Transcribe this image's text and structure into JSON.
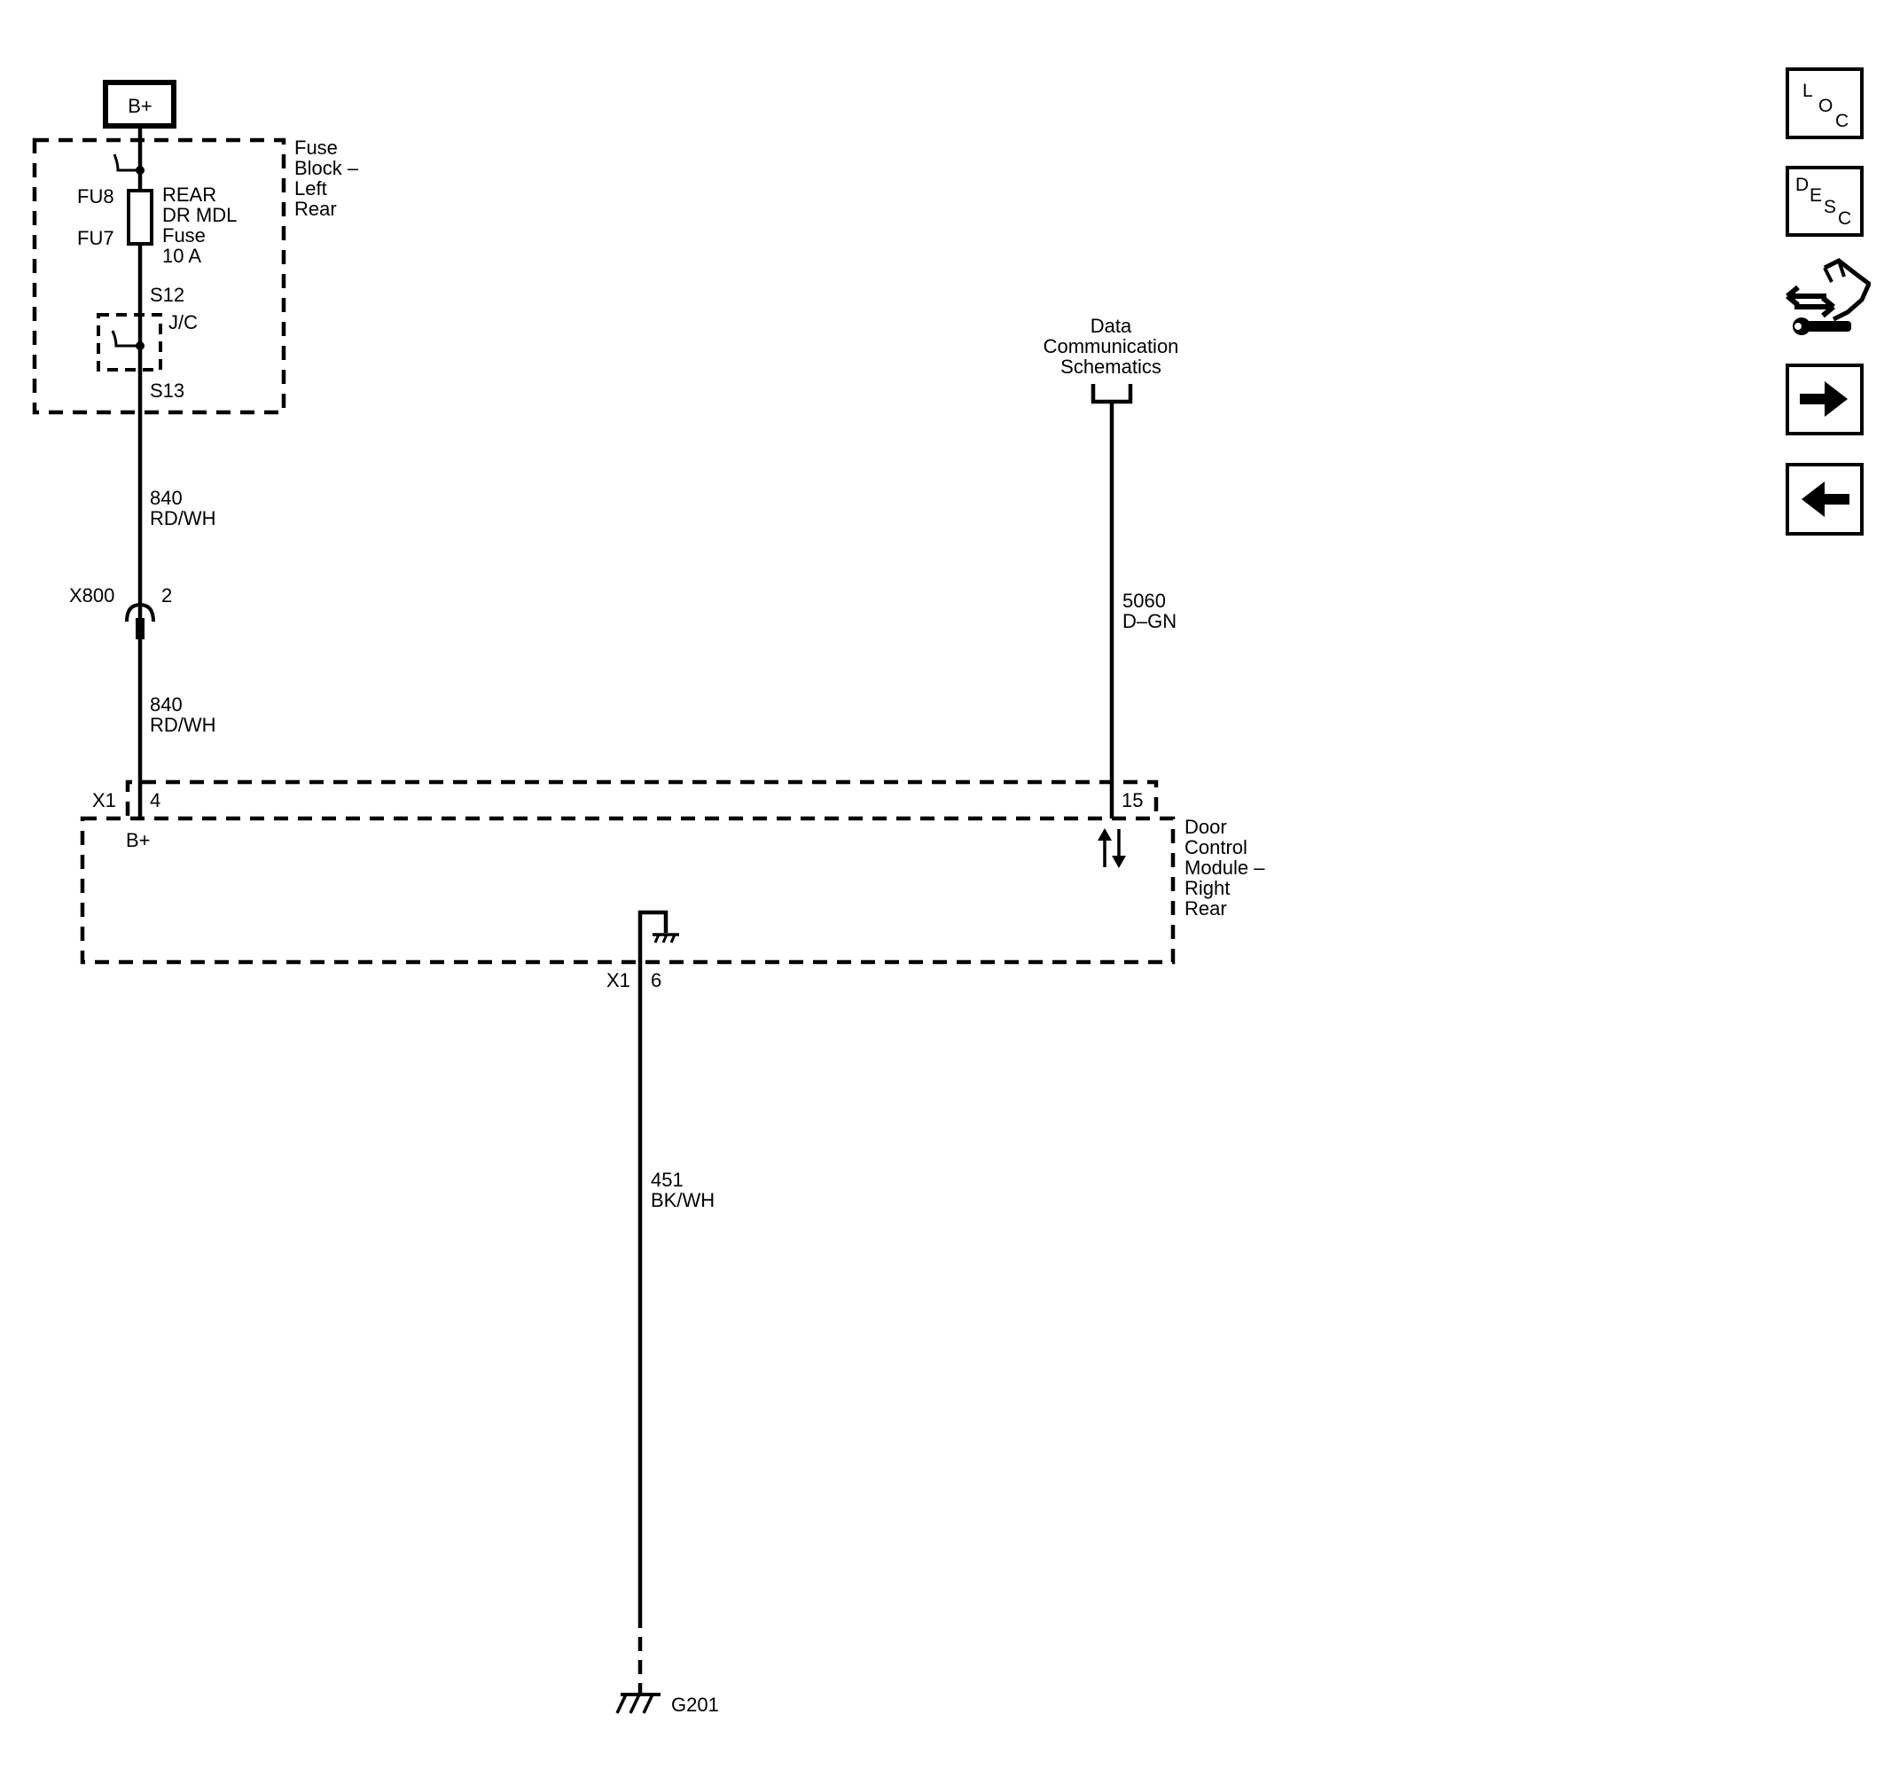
{
  "power": {
    "label": "B+"
  },
  "fuse_block": {
    "name_lines": [
      "Fuse",
      "Block –",
      "Left",
      "Rear"
    ],
    "fuse_ids": [
      "FU8",
      "FU7"
    ],
    "fuse_desc": [
      "REAR",
      "DR MDL",
      "Fuse",
      "10 A"
    ],
    "splice_top": "S12",
    "splice_bottom": "S13",
    "jc_label": "J/C"
  },
  "wires": {
    "w840": {
      "circuit": "840",
      "color": "RD/WH"
    },
    "w5060": {
      "circuit": "5060",
      "color": "D–GN"
    },
    "w451": {
      "circuit": "451",
      "color": "BK/WH"
    }
  },
  "connector_x800": {
    "name": "X800",
    "pin": "2"
  },
  "module": {
    "name_lines": [
      "Door",
      "Control",
      "Module –",
      "Right",
      "Rear"
    ],
    "connector": "X1",
    "pin_power": "4",
    "pin_power_label": "B+",
    "pin_data": "15",
    "pin_ground": "6"
  },
  "reference": {
    "lines": [
      "Data",
      "Communication",
      "Schematics"
    ]
  },
  "ground": {
    "name": "G201"
  },
  "nav": {
    "loc": {
      "letters": [
        "L",
        "O",
        "C"
      ]
    },
    "desc": {
      "letters": [
        "D",
        "E",
        "S",
        "C"
      ]
    }
  }
}
